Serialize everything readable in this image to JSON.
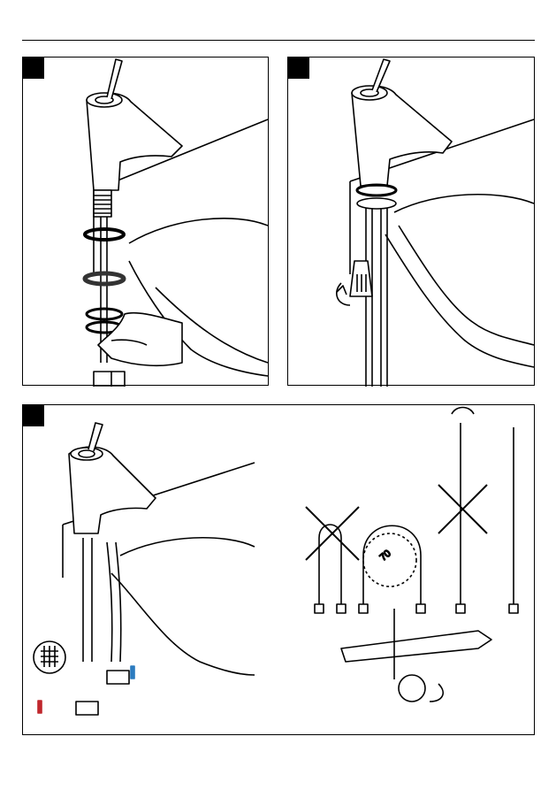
{
  "steps": [
    {
      "id": "step-1",
      "badge": ""
    },
    {
      "id": "step-2",
      "badge": ""
    },
    {
      "id": "step-3",
      "badge": ""
    }
  ],
  "hose_diagram": {
    "bend_diameter_label": "70"
  },
  "colors": {
    "line": "#000000",
    "hot_water": "#c0272d",
    "cold_water": "#2b7bbf"
  },
  "icons": [
    "faucet",
    "hand",
    "wrench",
    "hose",
    "angle-valve",
    "filter",
    "cross-mark",
    "rotate-arrow",
    "hot-water",
    "cold-water"
  ]
}
